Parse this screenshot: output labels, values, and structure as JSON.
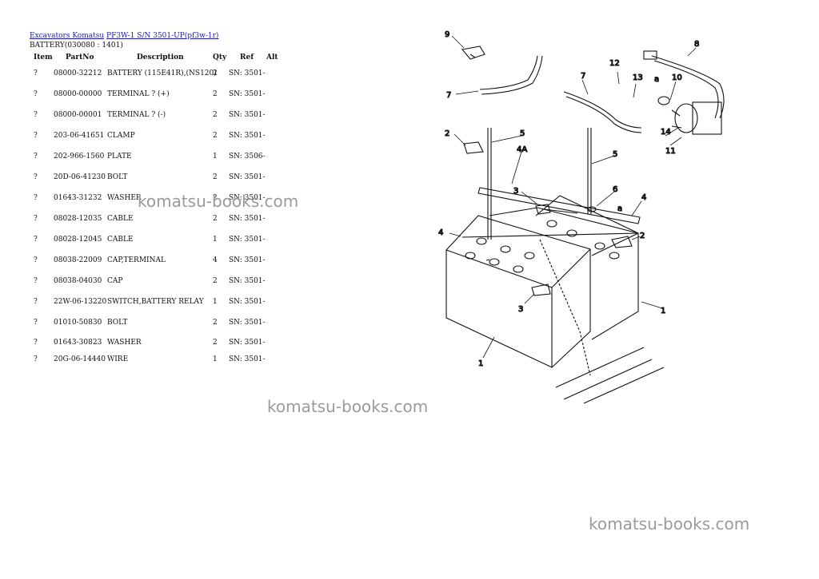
{
  "breadcrumb": {
    "link1": "Excavators Komatsu",
    "link2": "PF3W-1 S/N 3501-UP(pf3w-1r)"
  },
  "subtitle": "BATTERY(030080 : 1401)",
  "columns": [
    "Item",
    "PartNo",
    "Description",
    "Qty",
    "Ref",
    "Alt"
  ],
  "rows": [
    {
      "item": "?",
      "part_no": "08000-32212",
      "description": "BATTERY (115E41R),(NS120)",
      "qty": "2",
      "ref": "SN: 3501-"
    },
    {
      "item": "?",
      "part_no": "08000-00000",
      "description": "TERMINAL ? (+)",
      "qty": "2",
      "ref": "SN: 3501-"
    },
    {
      "item": "?",
      "part_no": "08000-00001",
      "description": "TERMINAL ? (-)",
      "qty": "2",
      "ref": "SN: 3501-"
    },
    {
      "item": "?",
      "part_no": "203-06-41651",
      "description": "CLAMP",
      "qty": "2",
      "ref": "SN: 3501-"
    },
    {
      "item": "?",
      "part_no": "202-966-1560",
      "description": "PLATE",
      "qty": "1",
      "ref": "SN: 3506-"
    },
    {
      "item": "?",
      "part_no": "20D-06-41230",
      "description": "BOLT",
      "qty": "2",
      "ref": "SN: 3501-"
    },
    {
      "item": "?",
      "part_no": "01643-31232",
      "description": "WASHER",
      "qty": "2",
      "ref": "SN: 3501-"
    },
    {
      "item": "?",
      "part_no": "08028-12035",
      "description": "CABLE",
      "qty": "2",
      "ref": "SN: 3501-"
    },
    {
      "item": "?",
      "part_no": "08028-12045",
      "description": "CABLE",
      "qty": "1",
      "ref": "SN: 3501-"
    },
    {
      "item": "?",
      "part_no": "08038-22009",
      "description": "CAP,TERMINAL",
      "qty": "4",
      "ref": "SN: 3501-"
    },
    {
      "item": "?",
      "part_no": "08038-04030",
      "description": "CAP",
      "qty": "2",
      "ref": "SN: 3501-"
    },
    {
      "item": "?",
      "part_no": "22W-06-13220",
      "description": "SWITCH,BATTERY RELAY",
      "qty": "1",
      "ref": "SN: 3501-"
    },
    {
      "item": "?",
      "part_no": "01010-50830",
      "description": "BOLT",
      "qty": "2",
      "ref": "SN: 3501-"
    },
    {
      "item": "?",
      "part_no": "01643-30823",
      "description": "WASHER",
      "qty": "2",
      "ref": "SN: 3501-"
    },
    {
      "item": "?",
      "part_no": "20G-06-14440",
      "description": "WIRE",
      "qty": "1",
      "ref": "SN: 3501-"
    }
  ],
  "watermark": "komatsu-books.com",
  "diagram_labels": {
    "l9": "9",
    "l8": "8",
    "l12": "12",
    "l13": "13",
    "l10": "10",
    "l7a": "7",
    "l7b": "7",
    "l2a": "2",
    "l5a": "5",
    "l4a": "4A",
    "l5b": "5",
    "l14": "14",
    "l11": "11",
    "l3a": "3",
    "l6": "6",
    "l4b": "4",
    "la1": "a",
    "la2": "a",
    "l4c": "4",
    "l2b": "2",
    "l3b": "3",
    "l1a": "1",
    "l1b": "1"
  }
}
